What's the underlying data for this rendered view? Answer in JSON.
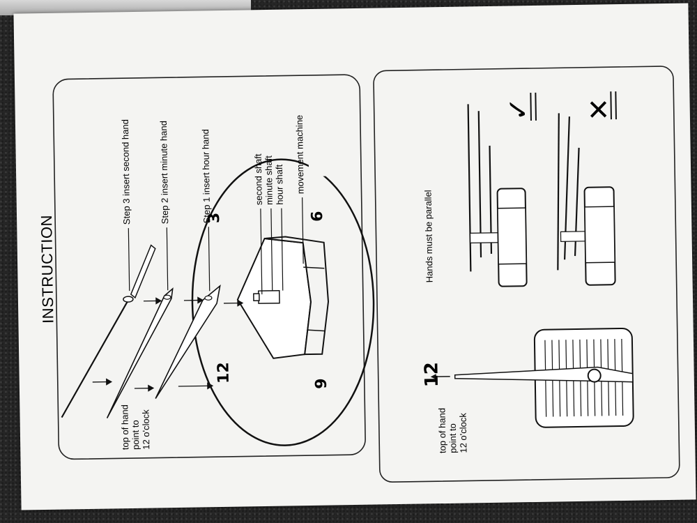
{
  "sheet": {
    "title": "INSTRUCTION",
    "left_panel": {
      "steps": [
        {
          "label": "Step 3   insert second hand"
        },
        {
          "label": "Step 2   insert minute hand"
        },
        {
          "label": "Step 1   insert hour hand"
        }
      ],
      "shafts": [
        "second shaft",
        "minute shaft",
        "hour shaft"
      ],
      "movement_label": "movement  machine",
      "top_note_lines": [
        "top of hand",
        "point to",
        "12 o'clock"
      ],
      "dial_numbers": {
        "n3": "3",
        "n6": "6",
        "n9": "9",
        "n12": "12"
      }
    },
    "right_panel": {
      "parallel_note": "Hands must be parallel",
      "top_note_lines": [
        "top of hand",
        "point to",
        "12 o'clock"
      ],
      "twelve": "12",
      "correct_symbol": "✓",
      "wrong_symbol": "✕"
    }
  }
}
